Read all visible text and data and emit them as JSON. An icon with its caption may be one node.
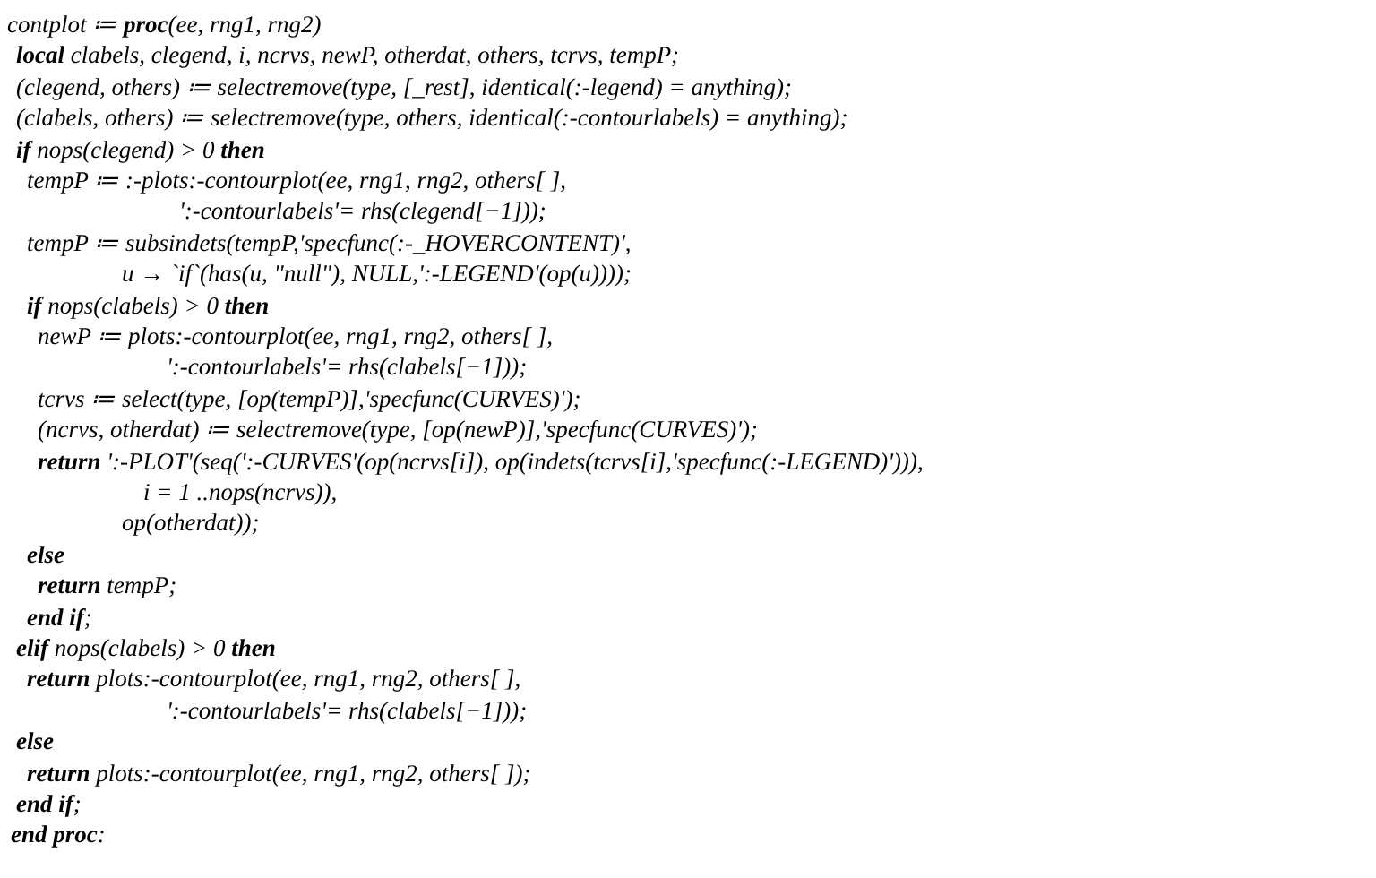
{
  "diagram": {
    "labels": [
      "contplot ≔ **proc**(ee, rng1, rng2)",
      "**local** clabels, clegend, i, ncrvs, newP, otherdat, others, tcrvs, tempP;",
      "(clegend, others) ≔ selectremove(type, [_rest], identical(:-legend) = anything);",
      "(clabels, others) ≔ selectremove(type, others, identical(:-contourlabels) = anything);",
      "**if** nops(clegend) > 0 **then**",
      "tempP ≔ :-plots:-contourplot(ee, rng1, rng2, others[ ],",
      "':-contourlabels'= rhs(clegend[−1]));",
      "tempP ≔ subsindets(tempP,'specfunc(:-_HOVERCONTENT)',",
      "u → `if`(has(u, \"null\"), NULL,':-LEGEND'(op(u))));",
      "**if** nops(clabels) > 0 **then**",
      "newP ≔ plots:-contourplot(ee, rng1, rng2, others[ ],",
      "':-contourlabels'= rhs(clabels[−1]));",
      "tcrvs ≔ select(type, [op(tempP)],'specfunc(CURVES)');",
      "(ncrvs, otherdat) ≔ selectremove(type, [op(newP)],'specfunc(CURVES)');",
      "**return** ':-PLOT'(seq(':-CURVES'(op(ncrvs[i]), op(indets(tcrvs[i],'specfunc(:-LEGEND)'))),",
      "i = 1 ..nops(ncrvs)),",
      "op(otherdat));",
      "**else**",
      "**return** tempP;",
      "**end if**;",
      "**elif** nops(clabels) > 0 **then**",
      "**return** plots:-contourplot(ee, rng1, rng2, others[ ],",
      "':-contourlabels'= rhs(clabels[−1]));",
      "**else**",
      "**return** plots:-contourplot(ee, rng1, rng2, others[ ]);",
      "**end if**;",
      "**end proc**:"
    ]
  }
}
